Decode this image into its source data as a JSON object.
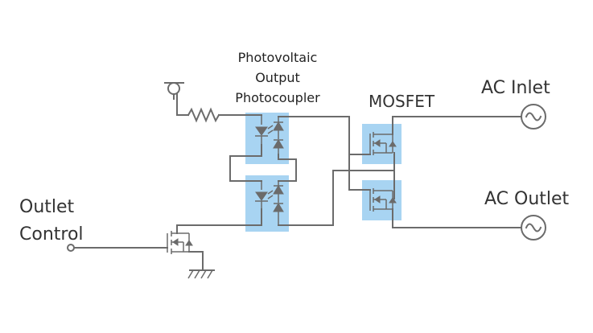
{
  "labels": {
    "photocoupler_line1": "Photovoltaic",
    "photocoupler_line2": "Output",
    "photocoupler_line3": "Photocoupler",
    "mosfet": "MOSFET",
    "ac_inlet": "AC Inlet",
    "ac_outlet": "AC Outlet",
    "outlet_control_line1": "Outlet",
    "outlet_control_line2": "Control"
  },
  "colors": {
    "wire": "#6b6b6b",
    "highlight": "#a8d4f2"
  },
  "icons": [
    "vcc-icon",
    "resistor-icon",
    "ground-icon",
    "ac-source-icon",
    "mosfet-icon",
    "led-icon",
    "photodiode-icon",
    "input-terminal-icon"
  ]
}
